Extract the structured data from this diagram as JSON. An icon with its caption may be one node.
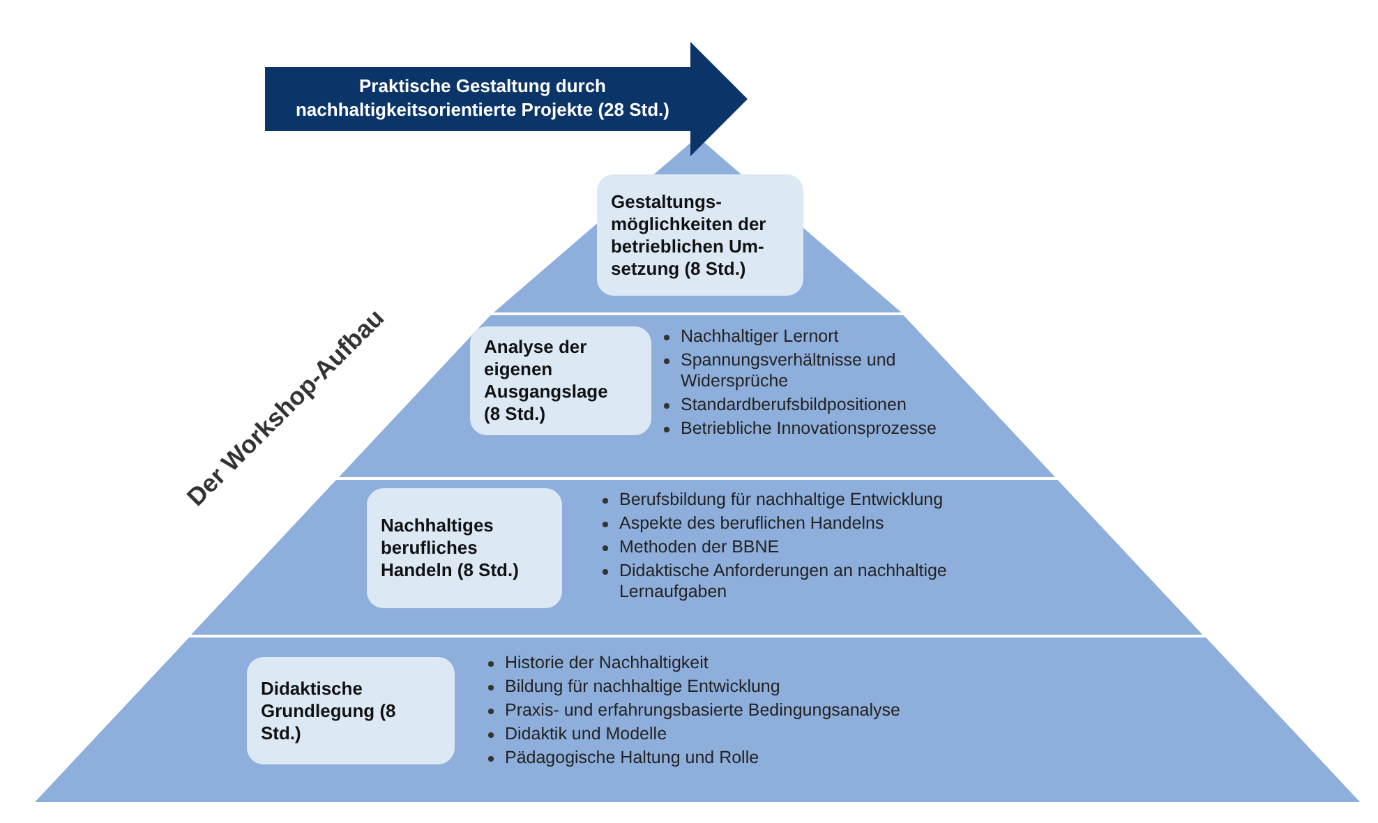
{
  "diagram": {
    "nodes": [
      {
        "text": [
          "Praktische Gestaltung durch nachhaltigkeitsorientierte Projekte (28 Std.)"
        ]
      },
      {
        "text": [],
        "shape": "triangle"
      },
      {
        "text": [
          "Gestaltungs- möglichkeiten der betrieblichen Um- setzung (8 Std.)"
        ],
        "in": 1
      },
      {
        "text": [
          "Nachhaltiger Lernort",
          "Spannungsverhältnisse und Widersprüche",
          "Standardberufsbildpositionen",
          "Betriebliche Innovationsprozesse"
        ]
      },
      {
        "text": [
          "Analyse der eigenen Ausgangslage (8 Std.)"
        ],
        "in": 3
      },
      {
        "text": [
          "Berufsbildung für nachhaltige Entwicklung",
          "Aspekte des beruflichen Handelns",
          "Methoden der BBNE",
          "Didaktische Anforderungen an nachhaltige Lernaufgaben"
        ]
      },
      {
        "text": [
          "Nachhaltiges berufliches Handeln (8 Std.)"
        ],
        "in": 5
      },
      {
        "text": [
          "Historie der Nachhaltigkeit",
          "Bildung für nachhaltige Entwicklung",
          "Praxis- und erfahrungsbasierte Bedingungsanalyse",
          "Didaktik und Modelle",
          "Pädagogische Haltung und Rolle"
        ]
      },
      {
        "text": [
          "Didaktische Grundlegung (8 Std.)"
        ],
        "in": 7
      }
    ],
    "edges": [],
    "labels": [
      "Der Workshop-Aufbau"
    ]
  }
}
